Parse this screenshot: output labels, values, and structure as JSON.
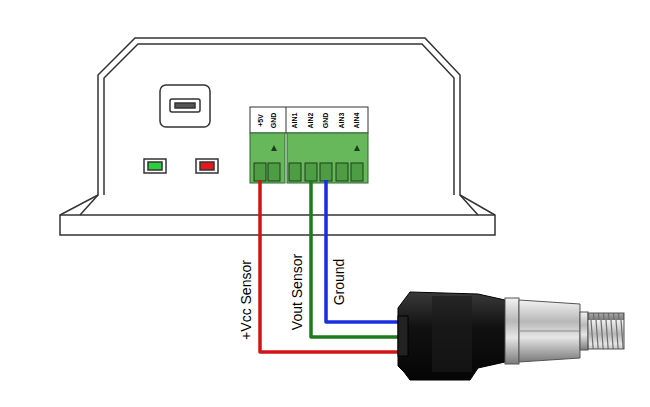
{
  "diagram": {
    "labels": [
      "+5V",
      "GND",
      "AIN1",
      "AIN2",
      "GND",
      "AIN3",
      "AIN4",
      "+Vcc Sensor",
      "Vout Sensor",
      "Ground"
    ]
  }
}
